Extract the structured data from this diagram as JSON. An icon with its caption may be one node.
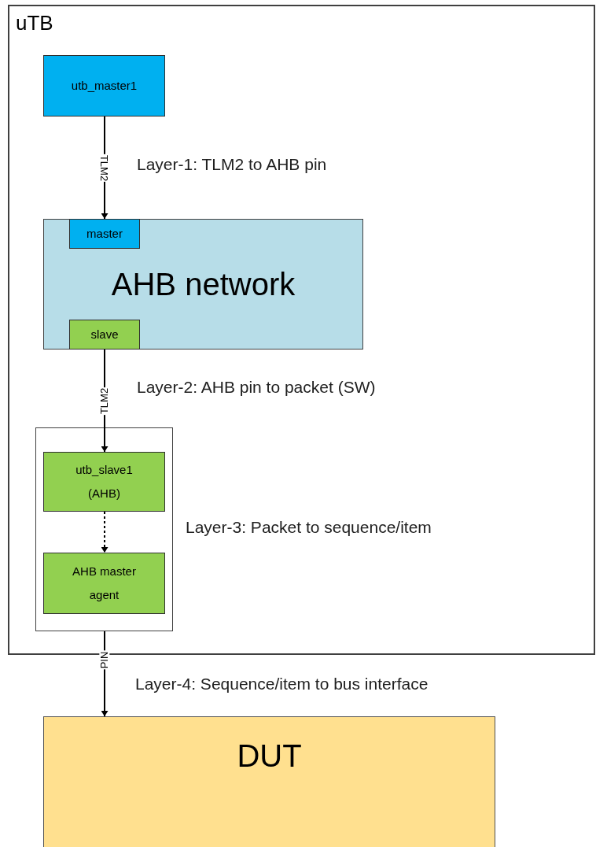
{
  "diagram": {
    "nodes": [
      {
        "text": [
          "uTB"
        ]
      },
      {
        "text": [
          "utb_master1"
        ],
        "in": 0
      },
      {
        "text": [
          "AHB network"
        ],
        "in": 0
      },
      {
        "text": [
          "master"
        ],
        "in": 2
      },
      {
        "text": [
          "slave"
        ],
        "in": 2
      },
      {
        "text": [],
        "shape": "box",
        "in": 0
      },
      {
        "text": [
          "utb_slave1 (AHB)"
        ],
        "in": 5
      },
      {
        "text": [
          "AHB master agent"
        ],
        "in": 5
      },
      {
        "text": [
          "DUT"
        ]
      }
    ],
    "edges": [
      {
        "from": 1,
        "to": 3,
        "arrow": "to",
        "label": "TLM2"
      },
      {
        "from": 4,
        "to": 6,
        "arrow": "to",
        "label": "TLM2"
      },
      {
        "from": 6,
        "to": 7,
        "arrow": "to",
        "style": "dashed"
      },
      {
        "from": 5,
        "to": 8,
        "arrow": "to",
        "label": "PIN"
      }
    ],
    "labels": [
      "Layer-1: TLM2 to AHB pin",
      "Layer-2: AHB pin to packet (SW)",
      "Layer-3: Packet to sequence/item",
      "Layer-4: Sequence/item to bus interface"
    ]
  }
}
